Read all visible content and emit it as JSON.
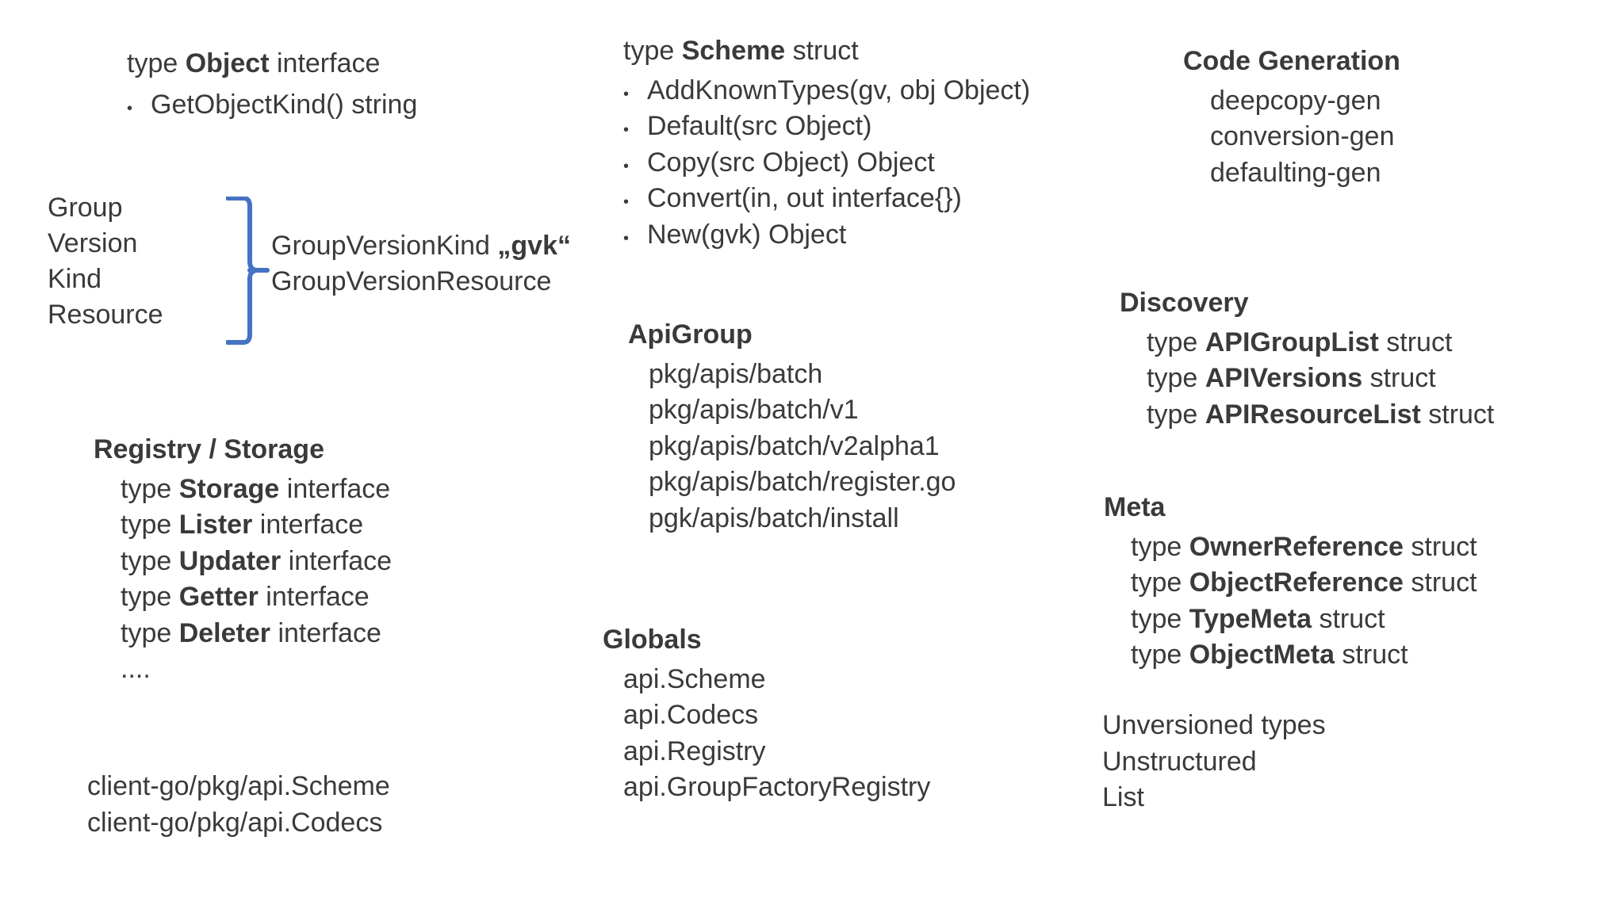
{
  "slide": {
    "background_color": "#ffffff",
    "text_color": "#3a3a3a",
    "accent_color": "#4472c4"
  },
  "left_column": {
    "object_interface": {
      "title_prefix": "type ",
      "title_bold": "Object",
      "title_suffix": " interface",
      "bullets": [
        {
          "marker": "•",
          "text": "GetObjectKind() string"
        }
      ]
    },
    "gvk": {
      "terms": [
        "Group",
        "Version",
        "Kind",
        "Resource"
      ],
      "bracket_color": "#4472c4",
      "types": [
        {
          "prefix": "GroupVersionKind ",
          "bold": "„gvk“",
          "suffix": ""
        },
        {
          "prefix": "GroupVersionResource",
          "bold": "",
          "suffix": ""
        }
      ]
    },
    "registry_storage": {
      "heading": "Registry / Storage",
      "items": [
        {
          "prefix": "type ",
          "bold": "Storage",
          "suffix": " interface"
        },
        {
          "prefix": "type ",
          "bold": "Lister",
          "suffix": " interface"
        },
        {
          "prefix": "type ",
          "bold": "Updater",
          "suffix": " interface"
        },
        {
          "prefix": "type ",
          "bold": "Getter",
          "suffix": " interface"
        },
        {
          "prefix": "type ",
          "bold": "Deleter",
          "suffix": " interface"
        },
        {
          "prefix": "....",
          "bold": "",
          "suffix": ""
        }
      ]
    },
    "client_go": {
      "items": [
        "client-go/pkg/api.Scheme",
        "client-go/pkg/api.Codecs"
      ]
    }
  },
  "middle_column": {
    "scheme": {
      "title_prefix": "type ",
      "title_bold": "Scheme",
      "title_suffix": " struct",
      "bullets": [
        {
          "marker": "•",
          "text": "AddKnownTypes(gv, obj Object)"
        },
        {
          "marker": "•",
          "text": "Default(src Object)"
        },
        {
          "marker": "•",
          "text": "Copy(src Object) Object"
        },
        {
          "marker": "•",
          "text": "Convert(in, out interface{})"
        },
        {
          "marker": "•",
          "text": "New(gvk) Object"
        }
      ]
    },
    "api_group": {
      "heading": "ApiGroup",
      "items": [
        "pkg/apis/batch",
        "pkg/apis/batch/v1",
        "pkg/apis/batch/v2alpha1",
        "pkg/apis/batch/register.go",
        "pgk/apis/batch/install"
      ]
    },
    "globals": {
      "heading": "Globals",
      "items": [
        "api.Scheme",
        "api.Codecs",
        "api.Registry",
        "api.GroupFactoryRegistry"
      ]
    }
  },
  "right_column": {
    "code_generation": {
      "heading": "Code Generation",
      "items": [
        "deepcopy-gen",
        "conversion-gen",
        "defaulting-gen"
      ]
    },
    "discovery": {
      "heading": "Discovery",
      "items": [
        {
          "prefix": "type ",
          "bold": "APIGroupList",
          "suffix": " struct"
        },
        {
          "prefix": "type ",
          "bold": "APIVersions",
          "suffix": " struct"
        },
        {
          "prefix": "type ",
          "bold": "APIResourceList",
          "suffix": " struct"
        }
      ]
    },
    "meta": {
      "heading": "Meta",
      "items": [
        {
          "prefix": "type ",
          "bold": "OwnerReference",
          "suffix": " struct"
        },
        {
          "prefix": "type ",
          "bold": "ObjectReference",
          "suffix": " struct"
        },
        {
          "prefix": "type ",
          "bold": "TypeMeta",
          "suffix": " struct"
        },
        {
          "prefix": "type ",
          "bold": "ObjectMeta",
          "suffix": " struct"
        }
      ]
    },
    "unversioned": {
      "items": [
        "Unversioned types",
        "Unstructured",
        "List"
      ]
    }
  }
}
